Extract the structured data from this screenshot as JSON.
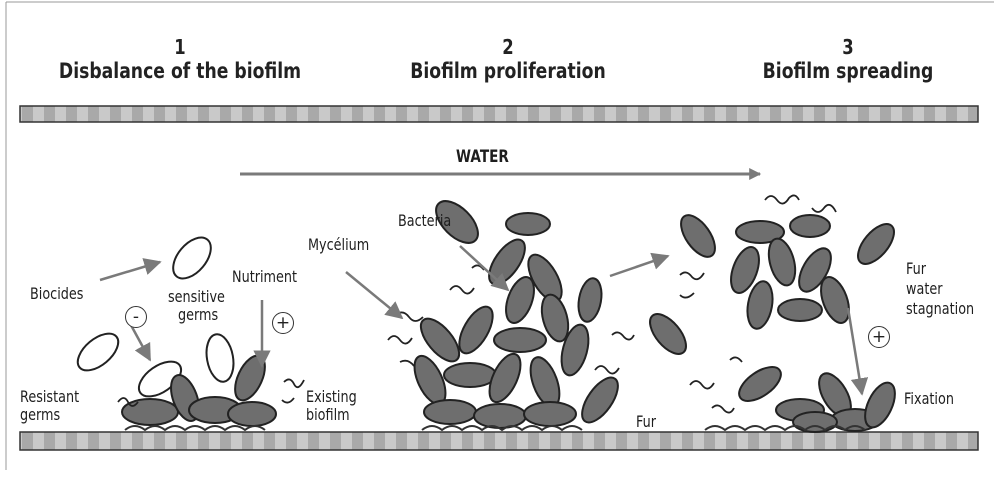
{
  "stages": [
    {
      "number": "1",
      "title": "Disbalance of the biofilm"
    },
    {
      "number": "2",
      "title": "Biofilm proliferation"
    },
    {
      "number": "3",
      "title": "Biofilm spreading"
    }
  ],
  "labels": {
    "water": "WATER",
    "biocides": "Biocides",
    "sensitive_germs_1": "sensitive",
    "sensitive_germs_2": "germs",
    "nutriment": "Nutriment",
    "resistant_germs_1": "Resistant",
    "resistant_germs_2": "germs",
    "existing_biofilm_1": "Existing",
    "existing_biofilm_2": "biofilm",
    "mycelium": "Mycélium",
    "bacteria": "Bacteria",
    "fur": "Fur",
    "fur_water_stagnation_1": "Fur",
    "fur_water_stagnation_2": "water",
    "fur_water_stagnation_3": "stagnation",
    "fixation": "Fixation"
  },
  "symbols": {
    "minus": "-",
    "plus_nutriment": "+",
    "plus_fixation": "+"
  },
  "colors": {
    "bacteria_fill": "#6e6e6e",
    "outline": "#222222",
    "bar_fill": "#bdbdbd",
    "arrow": "#7a7a7a"
  }
}
